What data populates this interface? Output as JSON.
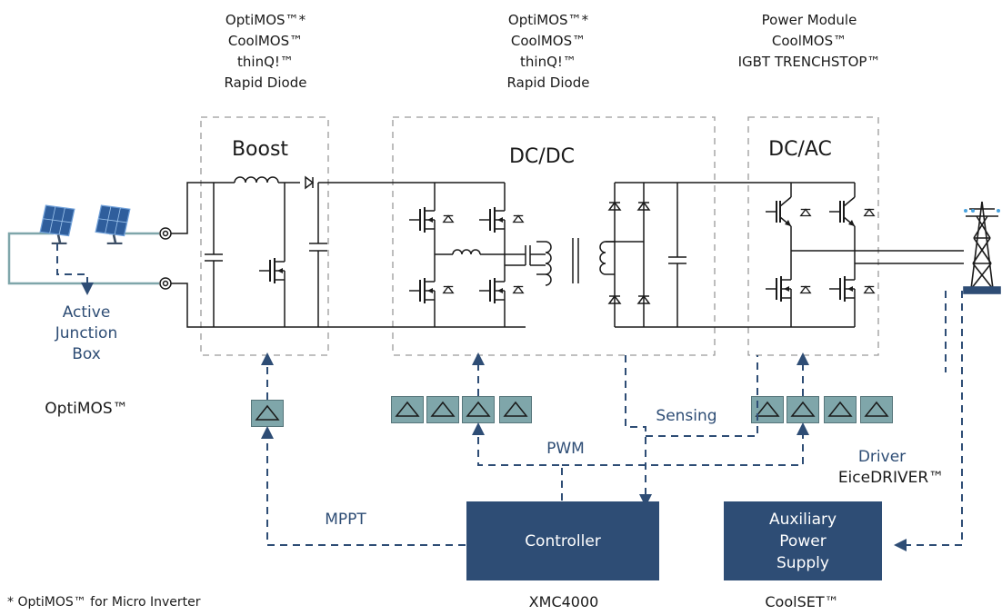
{
  "diagram": {
    "captions": {
      "boost": "OptiMOS™*\nCoolMOS™\nthinQ!™\nRapid Diode",
      "dcdc": "OptiMOS™*\nCoolMOS™\nthinQ!™\nRapid Diode",
      "dcac": "Power Module\nCoolMOS™\nIGBT TRENCHSTOP™"
    },
    "stage_titles": {
      "boost": "Boost",
      "dcdc": "DC/DC",
      "dcac": "DC/AC"
    },
    "junction_box": "Active\nJunction\nBox",
    "optimos_left": "OptiMOS™",
    "signals": {
      "sensing": "Sensing",
      "pwm": "PWM",
      "mppt": "MPPT",
      "driver": "Driver"
    },
    "eicedriver": "EiceDRIVER™",
    "controller": {
      "label": "Controller",
      "chip": "XMC4000"
    },
    "aux_supply": {
      "label": "Auxiliary\nPower\nSupply",
      "chip": "CoolSET™"
    },
    "footnote": "* OptiMOS™ for Micro Inverter",
    "colors": {
      "accent": "#2e4d75",
      "driver_tile": "#7fa6aa",
      "line": "#1a1a1a",
      "dash_box": "#9a9a9a"
    }
  }
}
